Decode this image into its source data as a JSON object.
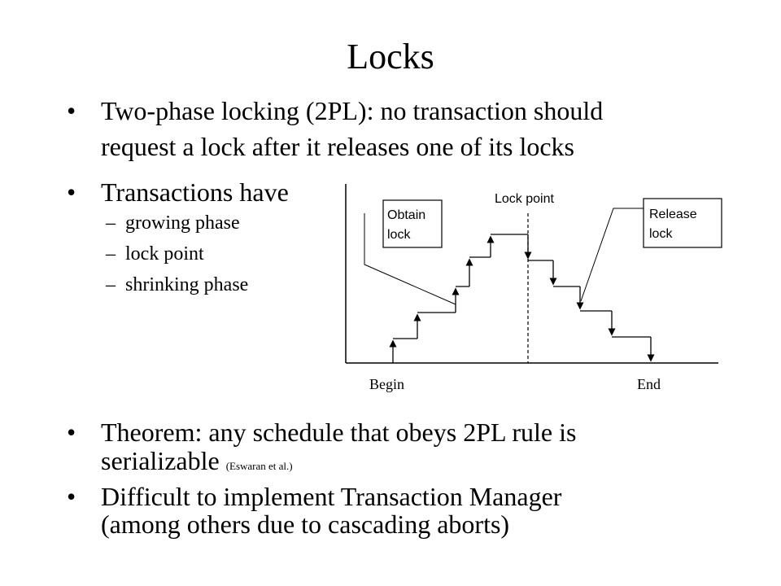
{
  "slide": {
    "title": "Locks",
    "bullets": [
      {
        "line1": "Two-phase locking (2PL): no transaction should",
        "line2": "request a lock after it releases one of its locks"
      },
      {
        "line1": "Transactions have"
      },
      {
        "line1": "Theorem: any schedule that obeys 2PL rule is",
        "line2": "serializable",
        "citation": "(Eswaran et al.)"
      },
      {
        "line1": "Difficult to implement Transaction Manager",
        "line2": "(among others due to cascading aborts)"
      }
    ],
    "sub_bullets": [
      "growing phase",
      "lock point",
      "shrinking phase"
    ]
  },
  "diagram": {
    "lock_point_label": "Lock point",
    "obtain_label": [
      "Obtain",
      "lock"
    ],
    "release_label": [
      "Release",
      "lock"
    ],
    "begin_label": "Begin",
    "end_label": "End"
  }
}
